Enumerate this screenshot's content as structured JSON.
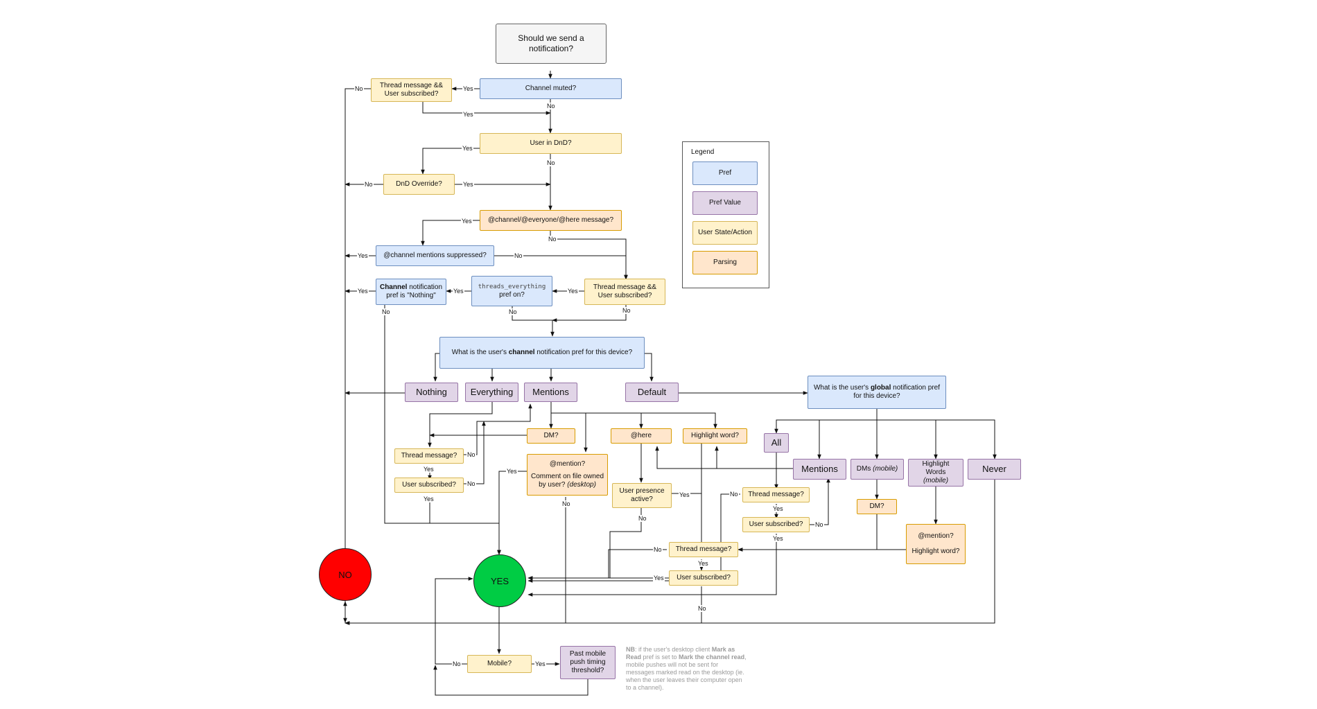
{
  "nodes": {
    "start": "Should we send a notification?",
    "channel_muted": "Channel muted?",
    "thread_sub_top": "Thread message && User subscribed?",
    "user_dnd": "User in DnD?",
    "dnd_override": "DnD Override?",
    "channel_everyone": "@channel/@everyone/@here message?",
    "channel_mentions_suppressed": "@channel mentions suppressed?",
    "thread_sub_mid": "Thread message && User subscribed?",
    "threads_everything_code": "threads_everything",
    "threads_everything_rest": "pref on?",
    "channel_pref_nothing_bold": "Channel",
    "channel_pref_nothing_rest": " notification pref is \"Nothing\"",
    "channel_q_pre": "What is the user's ",
    "channel_q_bold": "channel",
    "channel_q_post": " notification pref for this device?",
    "val_nothing": "Nothing",
    "val_everything": "Everything",
    "val_mentions": "Mentions",
    "val_default": "Default",
    "global_q_pre": "What is the user's ",
    "global_q_bold": "global",
    "global_q_post": " notification pref for this device?",
    "dm": "DM?",
    "here": "@here",
    "highlight_word": "Highlight word?",
    "val_all": "All",
    "val_mentions_global": "Mentions",
    "val_dms_pre": "DMs ",
    "val_dms_em": "(mobile)",
    "val_hw_pre": "Highlight Words ",
    "val_hw_em": "(mobile)",
    "val_never": "Never",
    "thread_msg_left": "Thread message?",
    "user_sub_left": "User subscribed?",
    "mention_comment_a": "@mention?",
    "mention_comment_b": "Comment on file owned by user? ",
    "mention_comment_em": "(desktop)",
    "user_presence": "User presence active?",
    "thread_msg_right": "Thread message?",
    "user_sub_right": "User subscribed?",
    "dm_right": "DM?",
    "mention_hw_a": "@mention?",
    "mention_hw_b": "Highlight word?",
    "thread_msg_bottom": "Thread message?",
    "user_sub_bottom": "User subscribed?",
    "no": "NO",
    "yes": "YES",
    "mobile": "Mobile?",
    "past_mobile": "Past mobile push timing threshold?"
  },
  "edge_labels": [
    "Yes",
    "No"
  ],
  "legend": {
    "title": "Legend",
    "items": [
      "Pref",
      "Pref Value",
      "User State/Action",
      "Parsing"
    ]
  },
  "note": {
    "prefix": "NB",
    "t1": ": if the user's desktop client ",
    "b1": "Mark as Read",
    "t2": " pref is set to ",
    "b2": "Mark the channel read",
    "t3": ", mobile pushes will not be sent for messages marked read on the desktop (ie. when the user leaves their computer open to a channel)."
  },
  "colors": {
    "pref": "#dae8fc",
    "pref_value": "#e1d5e7",
    "user_state": "#fff2cc",
    "parsing": "#ffe6cc",
    "no": "#ff0000",
    "yes": "#00cc44"
  }
}
